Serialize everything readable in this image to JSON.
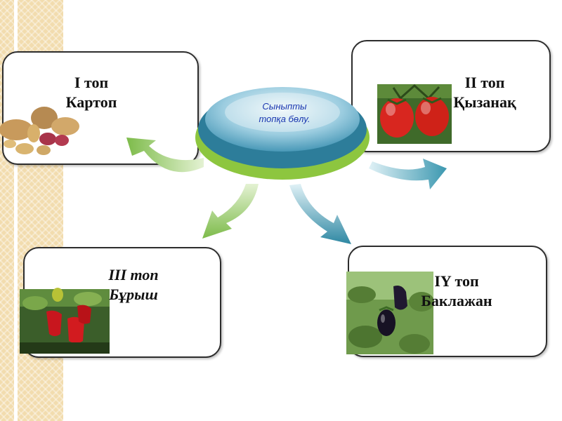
{
  "center": {
    "line1": "Сыныпты",
    "line2": "топқа бөлу."
  },
  "groups": [
    {
      "number": "I топ",
      "name": "Картоп"
    },
    {
      "number": "II топ",
      "name": "Қызанақ"
    },
    {
      "number": "III топ",
      "name": "Бұрыш"
    },
    {
      "number": "IY топ",
      "name": "Баклажан"
    }
  ],
  "colors": {
    "green_arrow": "#7dbb4a",
    "teal_arrow": "#3c98b0",
    "ellipse_fill": "#3a8fb0",
    "ellipse_base": "#8dc63f",
    "center_text": "#1a37b0"
  }
}
